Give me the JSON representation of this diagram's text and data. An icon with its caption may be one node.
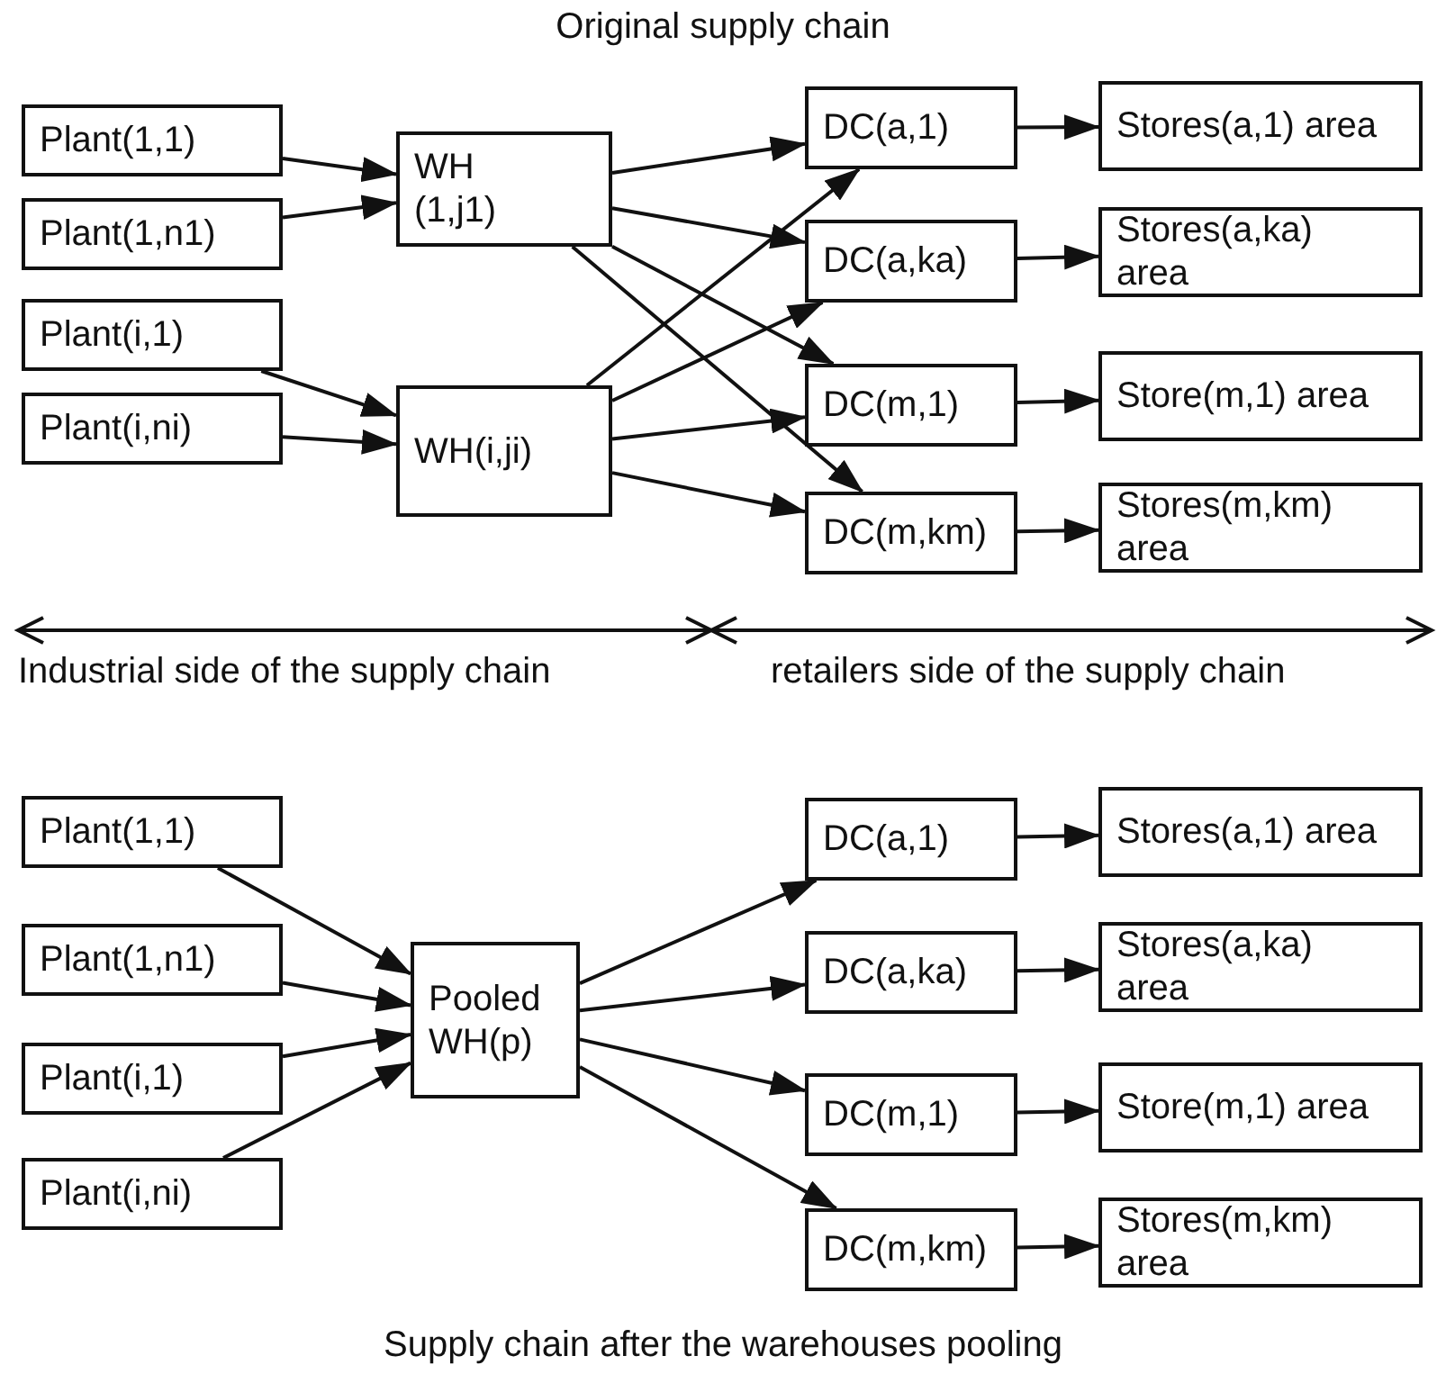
{
  "diagram": {
    "title": "Original supply chain",
    "caption": "Supply chain after the warehouses pooling",
    "nodes": [
      {
        "text": [
          "Plant(1,1)"
        ]
      },
      {
        "text": [
          "Plant(1,n1)"
        ]
      },
      {
        "text": [
          "Plant(i,1)"
        ]
      },
      {
        "text": [
          "Plant(i,ni)"
        ]
      },
      {
        "text": [
          "WH (1,j1)"
        ]
      },
      {
        "text": [
          "WH(i,ji)"
        ]
      },
      {
        "text": [
          "DC(a,1)"
        ]
      },
      {
        "text": [
          "DC(a,ka)"
        ]
      },
      {
        "text": [
          "DC(m,1)"
        ]
      },
      {
        "text": [
          "DC(m,km)"
        ]
      },
      {
        "text": [
          "Stores(a,1) area"
        ]
      },
      {
        "text": [
          "Stores(a,ka) area"
        ]
      },
      {
        "text": [
          "Store(m,1) area"
        ]
      },
      {
        "text": [
          "Stores(m,km) area"
        ]
      },
      {
        "text": [
          "Plant(1,1)"
        ]
      },
      {
        "text": [
          "Plant(1,n1)"
        ]
      },
      {
        "text": [
          "Plant(i,1)"
        ]
      },
      {
        "text": [
          "Plant(i,ni)"
        ]
      },
      {
        "text": [
          "Pooled WH(p)"
        ]
      },
      {
        "text": [
          "DC(a,1)"
        ]
      },
      {
        "text": [
          "DC(a,ka)"
        ]
      },
      {
        "text": [
          "DC(m,1)"
        ]
      },
      {
        "text": [
          "DC(m,km)"
        ]
      },
      {
        "text": [
          "Stores(a,1) area"
        ]
      },
      {
        "text": [
          "Stores(a,ka) area"
        ]
      },
      {
        "text": [
          "Store(m,1) area"
        ]
      },
      {
        "text": [
          "Stores(m,km) area"
        ]
      }
    ],
    "edges": [
      {
        "from": 0,
        "to": 4,
        "arrow": "to"
      },
      {
        "from": 1,
        "to": 4,
        "arrow": "to"
      },
      {
        "from": 2,
        "to": 5,
        "arrow": "to"
      },
      {
        "from": 3,
        "to": 5,
        "arrow": "to"
      },
      {
        "from": 4,
        "to": 6,
        "arrow": "to"
      },
      {
        "from": 4,
        "to": 7,
        "arrow": "to"
      },
      {
        "from": 4,
        "to": 8,
        "arrow": "to"
      },
      {
        "from": 4,
        "to": 9,
        "arrow": "to"
      },
      {
        "from": 5,
        "to": 6,
        "arrow": "to"
      },
      {
        "from": 5,
        "to": 7,
        "arrow": "to"
      },
      {
        "from": 5,
        "to": 8,
        "arrow": "to"
      },
      {
        "from": 5,
        "to": 9,
        "arrow": "to"
      },
      {
        "from": 6,
        "to": 10,
        "arrow": "to"
      },
      {
        "from": 7,
        "to": 11,
        "arrow": "to"
      },
      {
        "from": 8,
        "to": 12,
        "arrow": "to"
      },
      {
        "from": 9,
        "to": 13,
        "arrow": "to"
      },
      {
        "from": 14,
        "to": 18,
        "arrow": "to"
      },
      {
        "from": 15,
        "to": 18,
        "arrow": "to"
      },
      {
        "from": 16,
        "to": 18,
        "arrow": "to"
      },
      {
        "from": 17,
        "to": 18,
        "arrow": "to"
      },
      {
        "from": 18,
        "to": 19,
        "arrow": "to"
      },
      {
        "from": 18,
        "to": 20,
        "arrow": "to"
      },
      {
        "from": 18,
        "to": 21,
        "arrow": "to"
      },
      {
        "from": 18,
        "to": 22,
        "arrow": "to"
      },
      {
        "from": 19,
        "to": 23,
        "arrow": "to"
      },
      {
        "from": 20,
        "to": 24,
        "arrow": "to"
      },
      {
        "from": 21,
        "to": 25,
        "arrow": "to"
      },
      {
        "from": 22,
        "to": 26,
        "arrow": "to"
      }
    ],
    "labels": [
      "Industrial side of the supply chain",
      "retailers side of the supply chain"
    ]
  }
}
